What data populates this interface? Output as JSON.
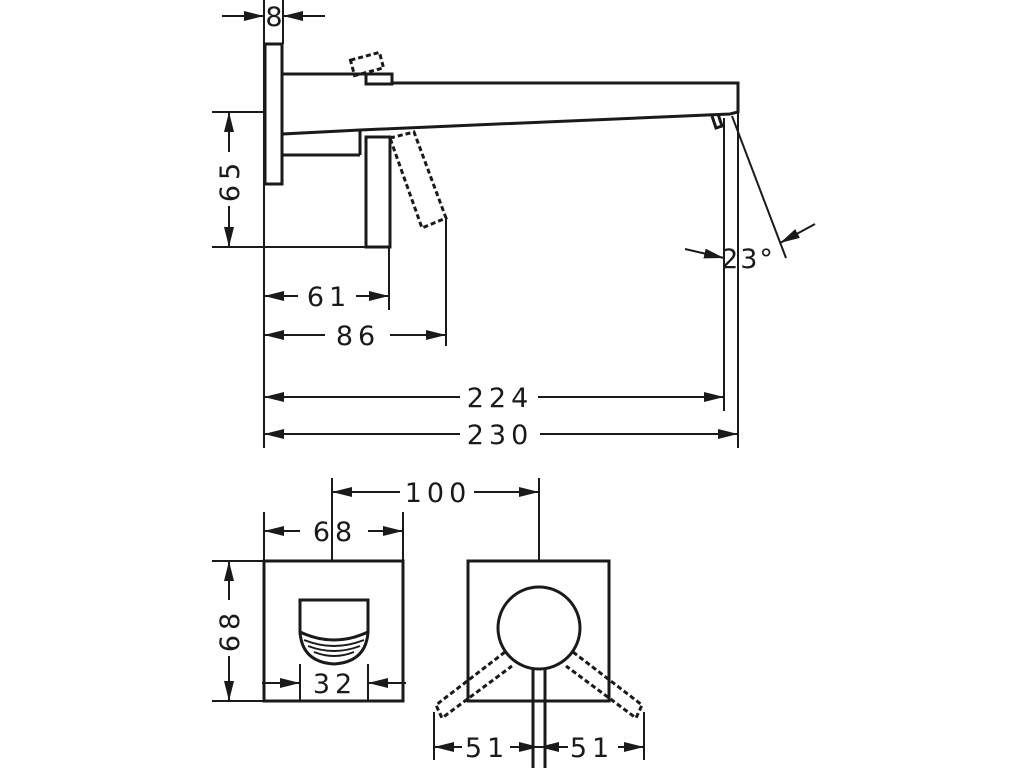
{
  "side_view": {
    "flange_thickness": "8",
    "flange_height": "65",
    "lever_offset": "61",
    "lever_tilted_offset": "86",
    "outlet_projection": "224",
    "overall_projection": "230",
    "outlet_angle": "23°"
  },
  "front_view": {
    "spout_plate_width": "68",
    "spout_plate_height": "68",
    "outlet_width": "32",
    "center_distance": "100",
    "lever_swing_left": "51",
    "lever_swing_right": "51"
  }
}
